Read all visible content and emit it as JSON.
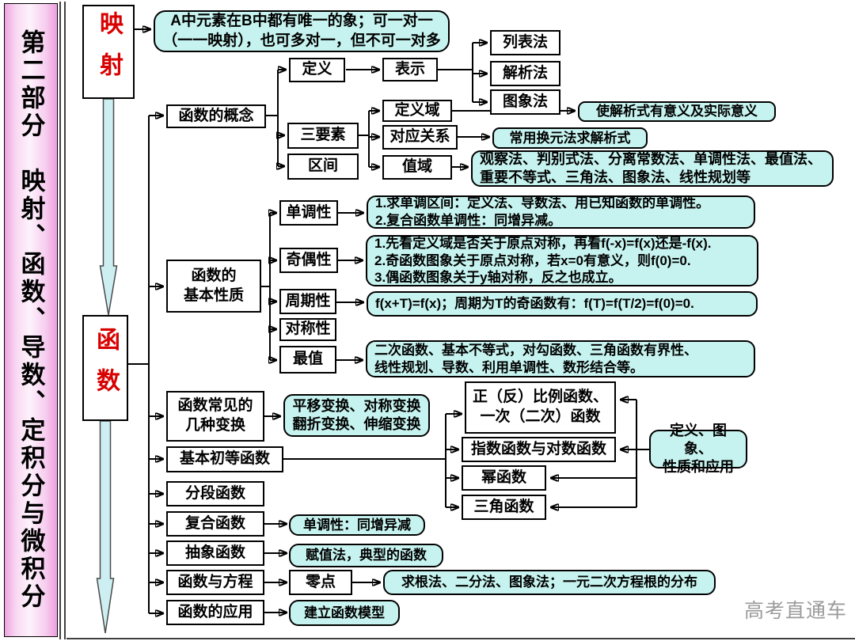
{
  "sidebar": {
    "title": "第二部分　映射、函数、导数、定积分与微积分"
  },
  "watermark": "高考直通车",
  "colors": {
    "note_cyan": "#c6f3ef",
    "arrow_cyan": "#cdeff2",
    "topic_red": "#d80000",
    "sidebar_pink": "#eda4e0",
    "watermark_gray": "#9b9b9b"
  },
  "mapping": {
    "label": "映射",
    "note_line1": "A中元素在B中都有唯一的象；可一对一",
    "note_line2": "（一一映射），也可多对一，但不可一对多"
  },
  "function": {
    "label": "函数"
  },
  "concept": {
    "label": "函数的概念",
    "definition": {
      "label": "定义",
      "representation": {
        "label": "表示",
        "methods": [
          "列表法",
          "解析法",
          "图象法"
        ]
      }
    },
    "three_elements": {
      "label": "三要素",
      "domain": {
        "label": "定义域",
        "note": "使解析式有意义及实际意义"
      },
      "correspondence": {
        "label": "对应关系",
        "note": "常用换元法求解析式"
      },
      "range": {
        "label": "值域",
        "note_lines": [
          "观察法、判别式法、分离常数法、单调性法、最值法、",
          "重要不等式、三角法、图象法、线性规划等"
        ]
      }
    },
    "interval": {
      "label": "区间"
    }
  },
  "properties": {
    "label_line1": "函数的",
    "label_line2": "基本性质",
    "monotonicity": {
      "label": "单调性",
      "note_lines": [
        "1.求单调区间：定义法、导数法、用已知函数的单调性。",
        "2.复合函数单调性：同增异减。"
      ]
    },
    "parity": {
      "label": "奇偶性",
      "note_lines": [
        "1.先看定义域是否关于原点对称，再看f(-x)=f(x)还是-f(x).",
        "2.奇函数图象关于原点对称，若x=0有意义，则f(0)=0.",
        "3.偶函数图象关于y轴对称，反之也成立。"
      ]
    },
    "periodicity": {
      "label": "周期性",
      "note": "f(x+T)=f(x)；周期为T的奇函数有：f(T)=f(T/2)=f(0)=0."
    },
    "symmetry": {
      "label": "对称性"
    },
    "extremum": {
      "label": "最值",
      "note_lines": [
        "二次函数、基本不等式，对勾函数、三角函数有界性、",
        "线性规划、导数、利用单调性、数形结合等。"
      ]
    }
  },
  "transforms": {
    "label_line1": "函数常见的",
    "label_line2": "几种变换",
    "note_lines": [
      "平移变换、对称变换",
      "翻折变换、伸缩变换"
    ]
  },
  "elementary": {
    "label": "基本初等函数",
    "type1_line1": "正（反）比例函数、",
    "type1_line2": "一次（二次）函数",
    "type2": "指数函数与对数函数",
    "type3": "幂函数",
    "type4": "三角函数",
    "note_line1": "定义、图象、",
    "note_line2": "性质和应用"
  },
  "piecewise": {
    "label": "分段函数"
  },
  "composite": {
    "label": "复合函数",
    "note": "单调性：同增异减"
  },
  "abstract": {
    "label": "抽象函数",
    "note": "赋值法，典型的函数"
  },
  "equation": {
    "label": "函数与方程",
    "zero": {
      "label": "零点",
      "note": "求根法、二分法、图象法；一元二次方程根的分布"
    }
  },
  "application": {
    "label": "函数的应用",
    "note": "建立函数模型"
  }
}
